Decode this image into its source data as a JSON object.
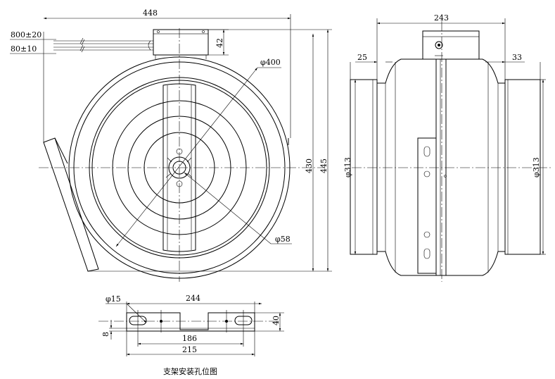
{
  "front_view": {
    "width": "448",
    "cable_long": "800±20",
    "cable_short": "80±10",
    "box_height": "42",
    "diameter_outer": "φ400",
    "diameter_hub": "φ58",
    "height_inner": "430",
    "height_total": "445"
  },
  "side_view": {
    "length": "243",
    "left_spigot": "25",
    "right_spigot": "33",
    "duct_left": "φ313",
    "duct_right": "φ313"
  },
  "bracket_view": {
    "hole_diameter": "φ15",
    "total_length": "244",
    "hole_spacing_inner": "186",
    "hole_spacing_outer": "215",
    "thickness": "8",
    "height": "40",
    "caption": "支架安装孔位图"
  }
}
